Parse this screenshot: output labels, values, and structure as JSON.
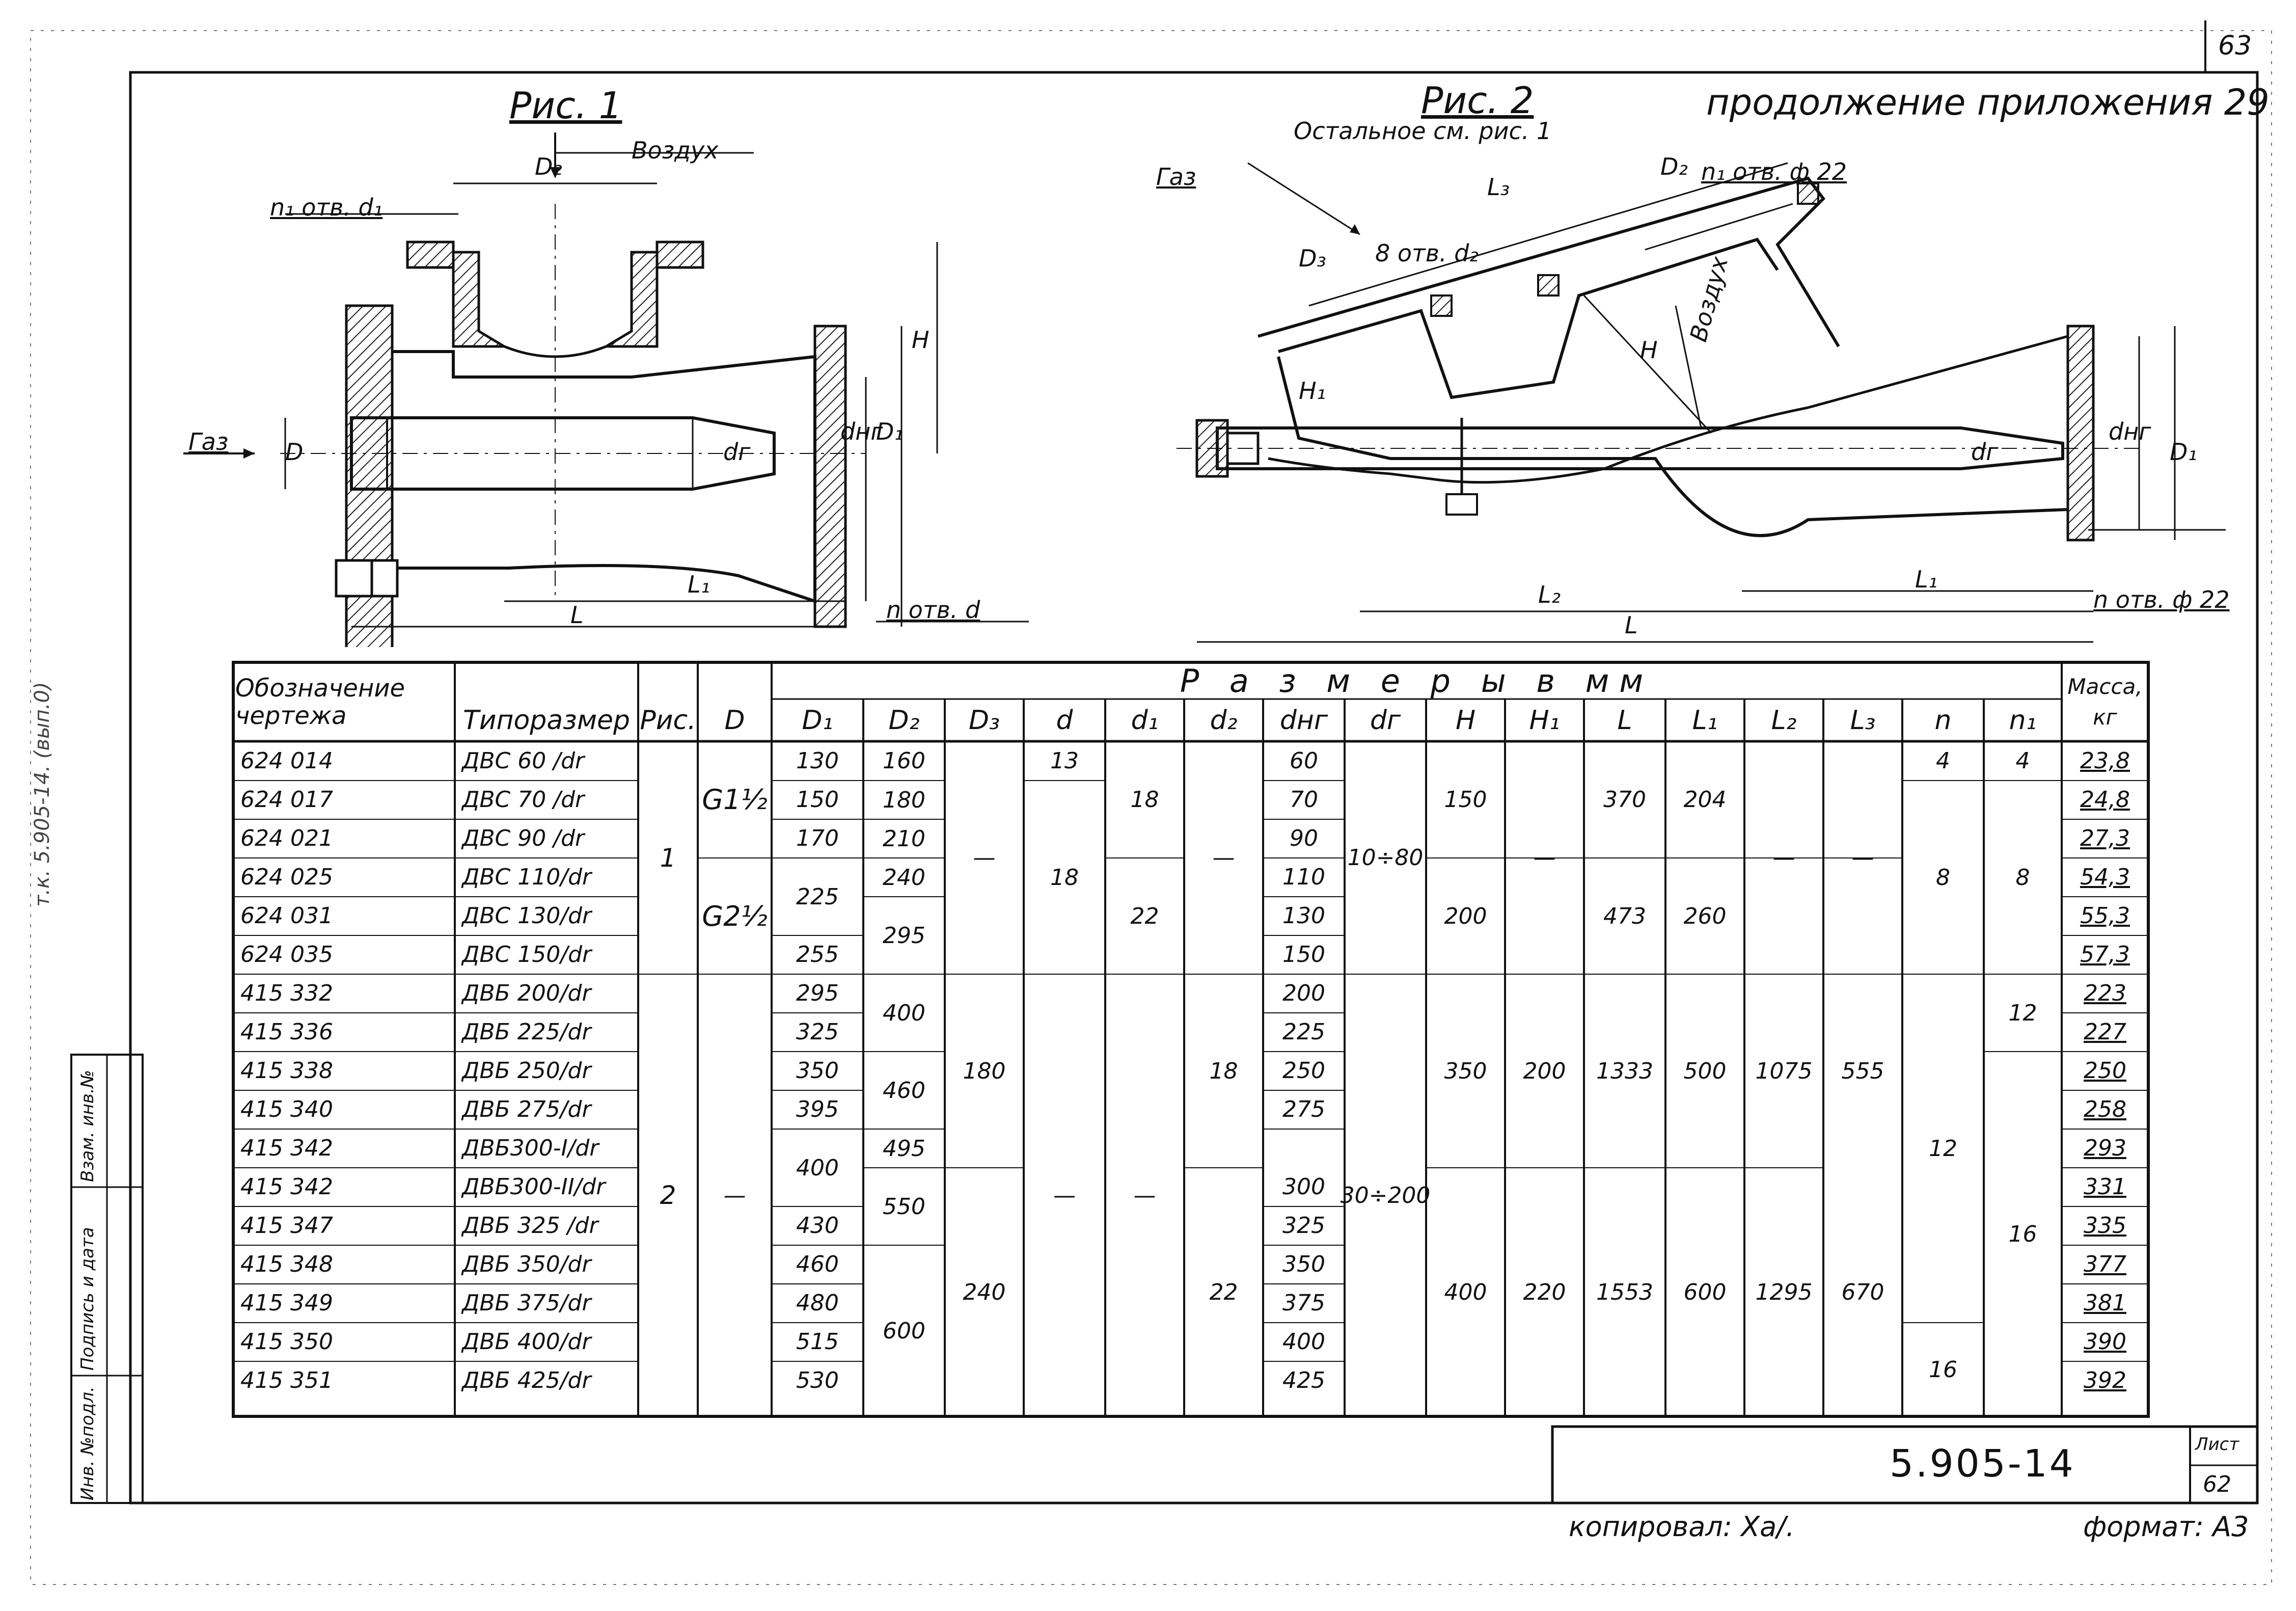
{
  "page": {
    "sheet_number_top": "63",
    "continuation": "продолжение приложения 29",
    "side_text": "т.к. 5.905-14. (вып.0)",
    "stamp_cells": [
      "Инв. №подл.",
      "Подпись и дата",
      "Взам. инв.№"
    ],
    "doc_code": "5.905-14",
    "sheet_label": "Лист",
    "sheet_no": "62",
    "copied_by": "копировал: Ха/.",
    "format": "формат: А3"
  },
  "fig1": {
    "title": "Рис. 1",
    "labels": {
      "air": "Воздух",
      "gas": "Газ",
      "holes1": "n₁ отв. d₁",
      "holes": "n отв. d",
      "D2": "D₂",
      "D": "D",
      "D1": "D₁",
      "dng": "dнг",
      "dr": "dг",
      "H": "H",
      "L": "L",
      "L1": "L₁"
    }
  },
  "fig2": {
    "title": "Рис. 2",
    "subtitle": "Остальное см. рис. 1",
    "labels": {
      "gas": "Газ",
      "air": "Воздух",
      "D3": "D₃",
      "holes8": "8 отв. d₂",
      "L3": "L₃",
      "D2": "D₂",
      "holes_n1": "n₁ отв. ф 22",
      "holes_n": "n отв. ф 22",
      "H": "H",
      "H1": "H₁",
      "dr": "dг",
      "dng": "dнг",
      "D1": "D₁",
      "L": "L",
      "L1": "L₁",
      "L2": "L₂"
    }
  },
  "table": {
    "group_header": "Р а з м е р ы   в  мм",
    "headers": {
      "designation": "Обозначение чертежа",
      "size": "Типоразмер",
      "fig": "Рис.",
      "D": "D",
      "D1": "D₁",
      "D2": "D₂",
      "D3": "D₃",
      "d": "d",
      "d1": "d₁",
      "d2": "d₂",
      "dng": "dнг",
      "dr": "dг",
      "H": "H",
      "H1": "H₁",
      "L": "L",
      "L1": "L₁",
      "L2": "L₂",
      "L3": "L₃",
      "n": "n",
      "n1": "n₁",
      "mass": "Масса, кг"
    },
    "rows": [
      {
        "code": "624 014",
        "size": "ДВС 60 /dr",
        "D1": "130",
        "dng": "60",
        "mass": "23,8"
      },
      {
        "code": "624 017",
        "size": "ДВС 70 /dr",
        "D1": "150",
        "dng": "70",
        "mass": "24,8"
      },
      {
        "code": "624 021",
        "size": "ДВС 90 /dr",
        "D1": "170",
        "dng": "90",
        "mass": "27,3"
      },
      {
        "code": "624 025",
        "size": "ДВС 110/dr",
        "D1": "",
        "dng": "110",
        "mass": "54,3"
      },
      {
        "code": "624 031",
        "size": "ДВС 130/dr",
        "D1": "",
        "dng": "130",
        "mass": "55,3"
      },
      {
        "code": "624 035",
        "size": "ДВС 150/dr",
        "D1": "255",
        "dng": "150",
        "mass": "57,3"
      },
      {
        "code": "415 332",
        "size": "ДВБ 200/dr",
        "D1": "295",
        "dng": "200",
        "mass": "223"
      },
      {
        "code": "415 336",
        "size": "ДВБ 225/dr",
        "D1": "325",
        "dng": "225",
        "mass": "227"
      },
      {
        "code": "415 338",
        "size": "ДВБ 250/dr",
        "D1": "350",
        "dng": "250",
        "mass": "250"
      },
      {
        "code": "415 340",
        "size": "ДВБ 275/dr",
        "D1": "395",
        "dng": "275",
        "mass": "258"
      },
      {
        "code": "415 342",
        "size": "ДВБ300-I/dr",
        "D1": "",
        "dng": "",
        "mass": "293"
      },
      {
        "code": "415 342",
        "size": "ДВБ300-II/dr",
        "D1": "",
        "dng": "300",
        "mass": "331"
      },
      {
        "code": "415 347",
        "size": "ДВБ 325 /dr",
        "D1": "430",
        "dng": "325",
        "mass": "335"
      },
      {
        "code": "415 348",
        "size": "ДВБ 350/dr",
        "D1": "460",
        "dng": "350",
        "mass": "377"
      },
      {
        "code": "415 349",
        "size": "ДВБ 375/dr",
        "D1": "480",
        "dng": "375",
        "mass": "381"
      },
      {
        "code": "415 350",
        "size": "ДВБ 400/dr",
        "D1": "515",
        "dng": "400",
        "mass": "390"
      },
      {
        "code": "415 351",
        "size": "ДВБ 425/dr",
        "D1": "530",
        "dng": "425",
        "mass": "392"
      }
    ],
    "merged": {
      "fig_1": "1",
      "fig_2": "2",
      "D_a": "G1½",
      "D_b": "G2½",
      "D_dash": "—",
      "D1_225": "225",
      "D1_400": "400",
      "D2_160": "160",
      "D2_180": "180",
      "D2_210": "210",
      "D2_240": "240",
      "D2_295": "295",
      "D2_400": "400",
      "D2_460": "460",
      "D2_495": "495",
      "D2_550": "550",
      "D2_600": "600",
      "D3_dash": "—",
      "D3_180": "180",
      "D3_240": "240",
      "d_13": "13",
      "d_18": "18",
      "d_dash": "—",
      "d1_18": "18",
      "d1_22": "22",
      "d1_dash": "—",
      "d2_dash": "—",
      "d2_18": "18",
      "d2_22": "22",
      "dr_a": "10÷80",
      "dr_b": "30÷200",
      "H_150": "150",
      "H_200": "200",
      "H_350": "350",
      "H_400": "400",
      "H1_dash": "—",
      "H1_200": "200",
      "H1_220": "220",
      "L_370": "370",
      "L_473": "473",
      "L_1333": "1333",
      "L_1553": "1553",
      "L1_204": "204",
      "L1_260": "260",
      "L1_500": "500",
      "L1_600": "600",
      "L2_dash": "—",
      "L2_1075": "1075",
      "L2_1295": "1295",
      "L3_dash": "—",
      "L3_555": "555",
      "L3_670": "670",
      "n_4": "4",
      "n_8": "8",
      "n_12": "12",
      "n_16": "16",
      "n1_4": "4",
      "n1_8": "8",
      "n1_12": "12",
      "n1_16": "16"
    }
  }
}
